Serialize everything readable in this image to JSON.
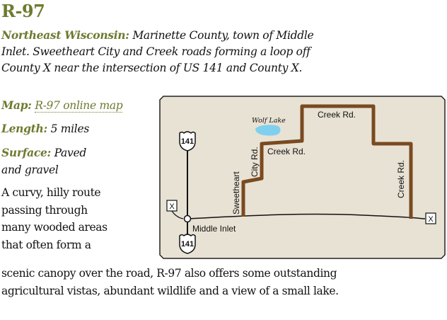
{
  "route": {
    "title": "R-97",
    "region_label": "Northeast Wisconsin:",
    "intro_lines": [
      "Marinette County, town of Middle",
      "Inlet. Sweetheart City and Creek roads forming a loop off",
      "County X near the intersection of US 141 and County X."
    ],
    "map": {
      "label": "Map:",
      "link_text": "R-97 online map"
    },
    "length": {
      "label": "Length:",
      "value": "5 miles"
    },
    "surface": {
      "label": "Surface:",
      "value_line1": "Paved",
      "value_line2": "and gravel"
    },
    "description_narrow_lines": [
      "A curvy, hilly route",
      "passing through",
      "many wooded areas",
      "that often form a"
    ],
    "description_wide_lines": [
      "scenic canopy over the road, R-97 also offers some outstanding",
      "agricultural vistas, abundant wildlife and a view of a small lake."
    ]
  },
  "map_diagram": {
    "background_color": "#e8e2d4",
    "route_color": "#7a4a20",
    "lake_color": "#7fd0ee",
    "lake_label": "Wolf Lake",
    "labels": {
      "sweetheart": "Sweetheart",
      "city_rd": "City Rd.",
      "creek_rd_lower": "Creek Rd.",
      "creek_rd_top": "Creek Rd.",
      "creek_rd_right": "Creek Rd.",
      "middle_inlet": "Middle Inlet"
    },
    "shields": {
      "us_highway_top": "141",
      "us_highway_bottom": "141",
      "county_left": "X",
      "county_right": "X"
    }
  }
}
